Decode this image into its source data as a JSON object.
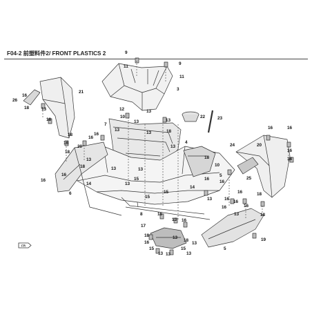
{
  "header": {
    "title": "F04-2 前塑料件2/ FRONT PLASTICS 2"
  },
  "callouts": [
    {
      "id": "c9a",
      "text": "9"
    },
    {
      "id": "c9b",
      "text": "9"
    },
    {
      "id": "c11a",
      "text": "11"
    },
    {
      "id": "c11b",
      "text": "11"
    },
    {
      "id": "c3",
      "text": "3"
    },
    {
      "id": "c21",
      "text": "21"
    },
    {
      "id": "c26",
      "text": "26"
    },
    {
      "id": "c16a",
      "text": "16"
    },
    {
      "id": "c18a",
      "text": "18"
    },
    {
      "id": "c13a",
      "text": "13"
    },
    {
      "id": "c18b",
      "text": "18"
    },
    {
      "id": "c12",
      "text": "12"
    },
    {
      "id": "c10a",
      "text": "10"
    },
    {
      "id": "c13b",
      "text": "13"
    },
    {
      "id": "c22",
      "text": "22"
    },
    {
      "id": "c23",
      "text": "23"
    },
    {
      "id": "c7",
      "text": "7"
    },
    {
      "id": "c13c",
      "text": "13"
    },
    {
      "id": "c13d",
      "text": "13"
    },
    {
      "id": "c18c",
      "text": "18"
    },
    {
      "id": "c16b",
      "text": "16"
    },
    {
      "id": "c16c",
      "text": "16"
    },
    {
      "id": "c13e",
      "text": "13"
    },
    {
      "id": "c18d",
      "text": "18"
    },
    {
      "id": "c16d",
      "text": "16"
    },
    {
      "id": "c20a",
      "text": "20"
    },
    {
      "id": "c18e",
      "text": "18"
    },
    {
      "id": "c13f",
      "text": "13"
    },
    {
      "id": "c13g",
      "text": "13"
    },
    {
      "id": "c4",
      "text": "4"
    },
    {
      "id": "c24",
      "text": "24"
    },
    {
      "id": "c20b",
      "text": "20"
    },
    {
      "id": "c16e",
      "text": "16"
    },
    {
      "id": "c16f",
      "text": "16"
    },
    {
      "id": "c18f",
      "text": "18"
    },
    {
      "id": "c16g",
      "text": "16"
    },
    {
      "id": "c18g",
      "text": "18"
    },
    {
      "id": "c13h",
      "text": "13"
    },
    {
      "id": "c18h",
      "text": "18"
    },
    {
      "id": "c16h",
      "text": "16"
    },
    {
      "id": "c10b",
      "text": "10"
    },
    {
      "id": "c13i",
      "text": "13"
    },
    {
      "id": "c16i",
      "text": "16"
    },
    {
      "id": "c13j",
      "text": "13"
    },
    {
      "id": "c15a",
      "text": "15"
    },
    {
      "id": "c14a",
      "text": "14"
    },
    {
      "id": "c13k",
      "text": "13"
    },
    {
      "id": "c16j",
      "text": "16"
    },
    {
      "id": "c6",
      "text": "6"
    },
    {
      "id": "c16k",
      "text": "16"
    },
    {
      "id": "c5a",
      "text": "5"
    },
    {
      "id": "c25",
      "text": "25"
    },
    {
      "id": "c16l",
      "text": "16"
    },
    {
      "id": "c18i",
      "text": "18"
    },
    {
      "id": "c16m",
      "text": "16"
    },
    {
      "id": "c15b",
      "text": "15"
    },
    {
      "id": "c15c",
      "text": "15"
    },
    {
      "id": "c14b",
      "text": "14"
    },
    {
      "id": "c13l",
      "text": "13"
    },
    {
      "id": "c16n",
      "text": "16"
    },
    {
      "id": "c16o",
      "text": "16"
    },
    {
      "id": "c16p",
      "text": "16"
    },
    {
      "id": "c18j",
      "text": "18"
    },
    {
      "id": "c13m",
      "text": "13"
    },
    {
      "id": "c16q",
      "text": "16"
    },
    {
      "id": "c8",
      "text": "8"
    },
    {
      "id": "c13n",
      "text": "13"
    },
    {
      "id": "c16r",
      "text": "16"
    },
    {
      "id": "c17",
      "text": "17"
    },
    {
      "id": "c18k",
      "text": "18"
    },
    {
      "id": "c16s",
      "text": "16"
    },
    {
      "id": "c15d",
      "text": "15"
    },
    {
      "id": "c13o",
      "text": "13"
    },
    {
      "id": "c19",
      "text": "19"
    },
    {
      "id": "c5b",
      "text": "5"
    },
    {
      "id": "c13p",
      "text": "13"
    },
    {
      "id": "c15e",
      "text": "15"
    },
    {
      "id": "c18l",
      "text": "18"
    },
    {
      "id": "c13q",
      "text": "13"
    },
    {
      "id": "c13r",
      "text": "13"
    },
    {
      "id": "c13s",
      "text": "13"
    }
  ],
  "colors": {
    "line": "#333333",
    "fill_light": "#f2f2f2",
    "fill_mid": "#dcdcdc",
    "fill_dark": "#9a9a9a"
  }
}
